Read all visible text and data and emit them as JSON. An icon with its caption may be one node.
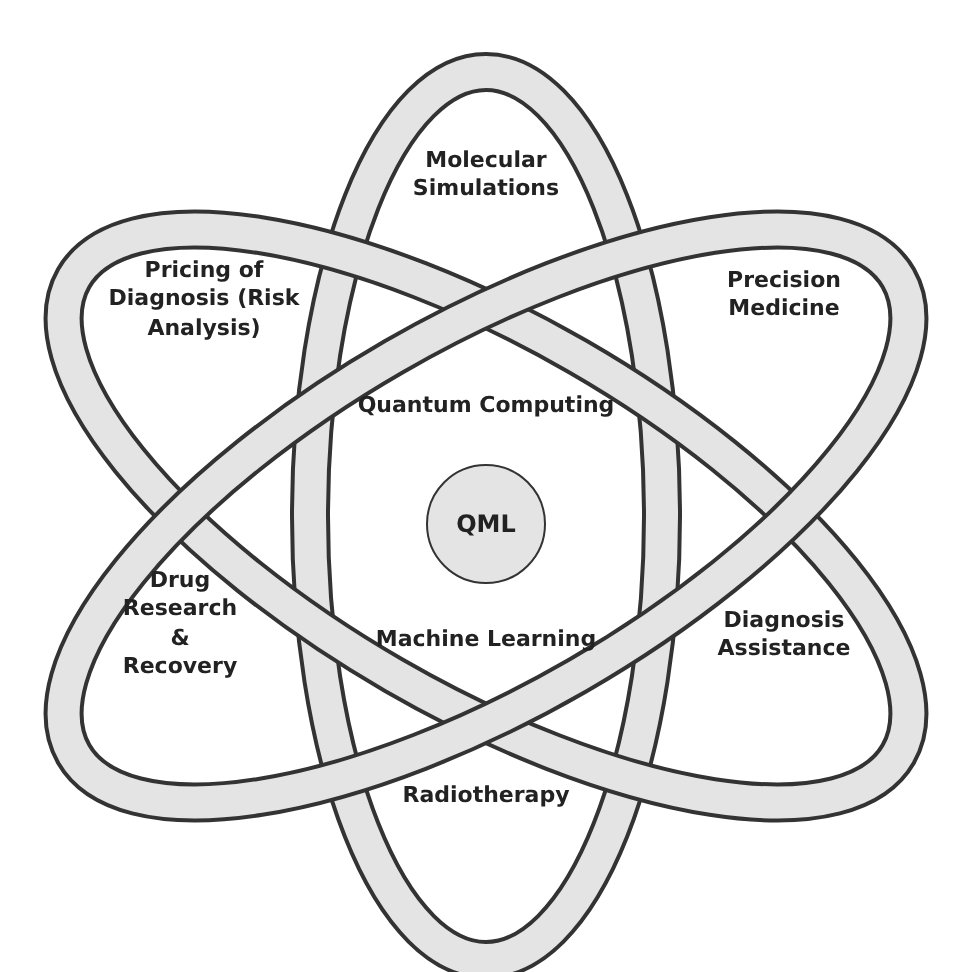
{
  "diagram": {
    "nodes": [
      {
        "text": [
          "Molecular Simulations"
        ]
      },
      {
        "text": [
          "Pricing of Diagnosis (Risk Analysis)"
        ]
      },
      {
        "text": [
          "Precision Medicine"
        ]
      },
      {
        "text": [
          "QML"
        ]
      },
      {
        "text": [
          "Drug Research & Recovery"
        ]
      },
      {
        "text": [
          "Diagnosis Assistance"
        ]
      },
      {
        "text": [
          "Radiotherapy"
        ]
      }
    ],
    "labels": [
      "Quantum Computing",
      "Machine Learning"
    ]
  }
}
